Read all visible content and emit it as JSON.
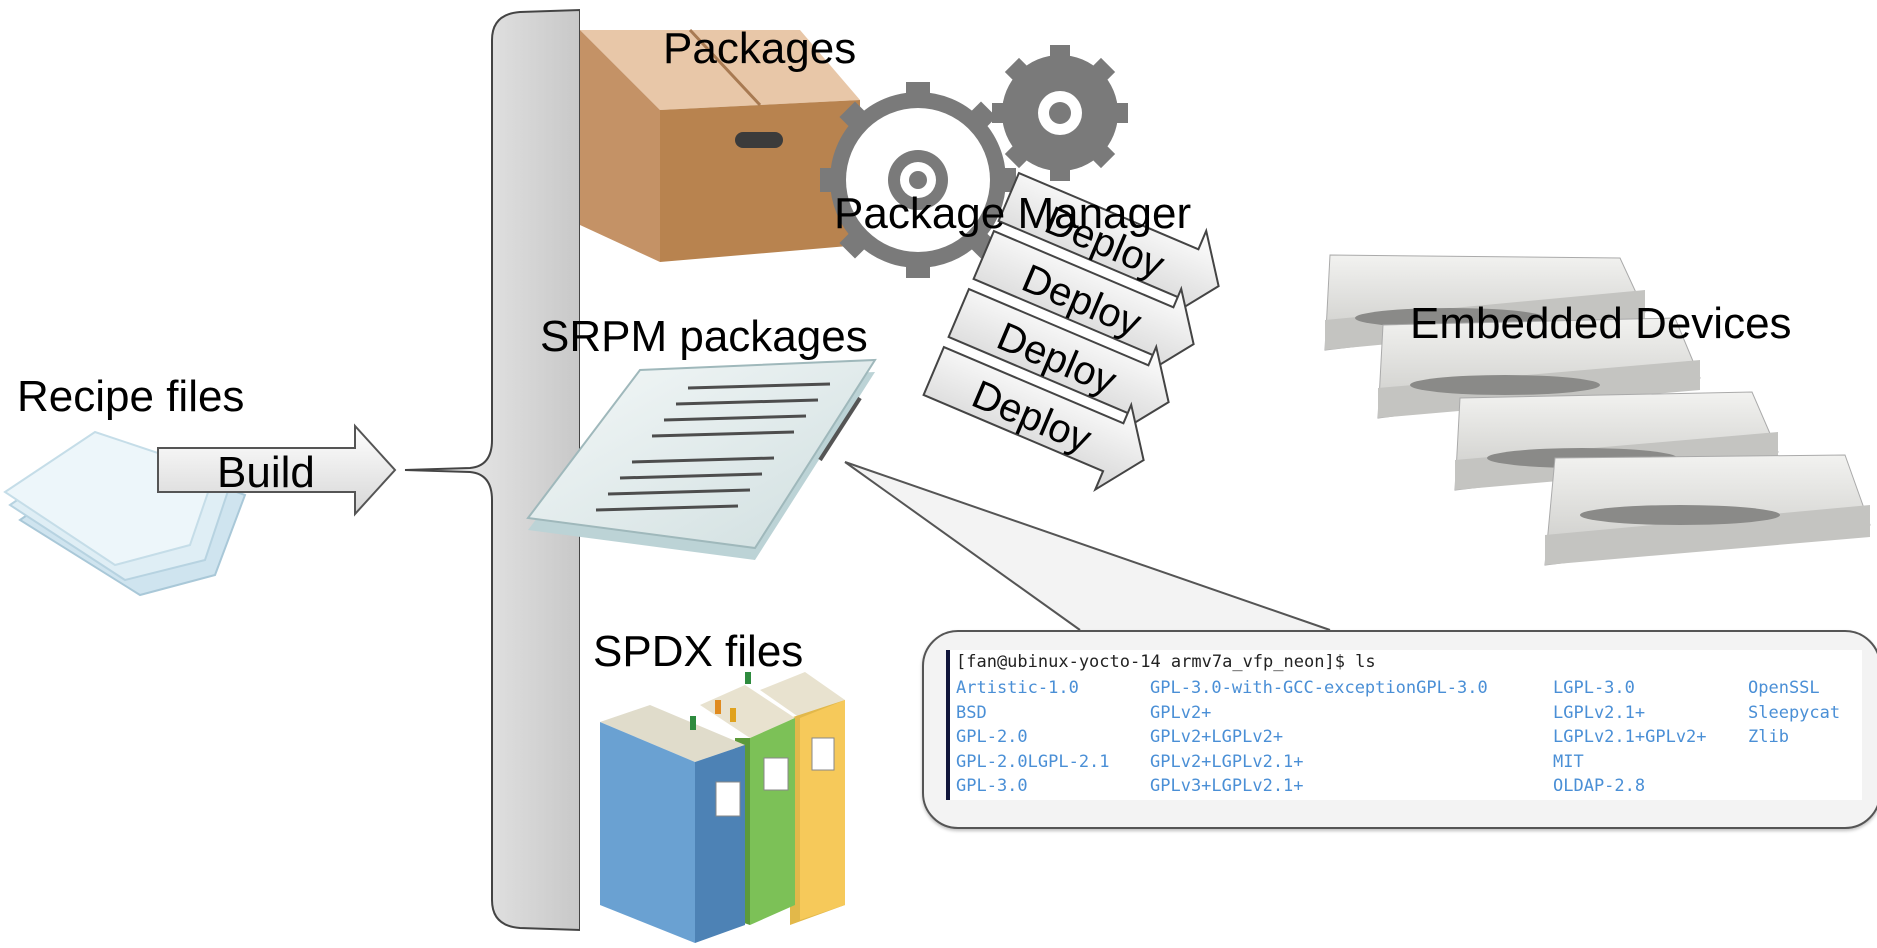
{
  "labels": {
    "recipe_files": "Recipe files",
    "build": "Build",
    "packages": "Packages",
    "package_manager": "Package Manager",
    "srpm_packages": "SRPM packages",
    "spdx_files": "SPDX files",
    "embedded_devices": "Embedded Devices",
    "deploy": [
      "Deploy",
      "Deploy",
      "Deploy",
      "Deploy"
    ]
  },
  "terminal": {
    "prompt": "[fan@ubinux-yocto-14 armv7a_vfp_neon]$ ls",
    "columns": [
      [
        "Artistic-1.0",
        "BSD",
        "GPL-2.0",
        "GPL-2.0LGPL-2.1",
        "GPL-3.0"
      ],
      [
        "GPL-3.0-with-GCC-exceptionGPL-3.0",
        "GPLv2+",
        "GPLv2+LGPLv2+",
        "GPLv2+LGPLv2.1+",
        "GPLv3+LGPLv2.1+"
      ],
      [
        "LGPL-3.0",
        "LGPLv2.1+",
        "LGPLv2.1+GPLv2+",
        "MIT",
        "OLDAP-2.8"
      ],
      [
        "OpenSSL",
        "Sleepycat",
        "Zlib"
      ]
    ],
    "file_color": "#4a8fd6"
  },
  "colors": {
    "box_front": "#b8834f",
    "box_top": "#e8c7a8",
    "gear": "#7a7a7a",
    "arrow_fill": "#eeeeee",
    "book_blue": "#6aa1d2",
    "book_green": "#7cc157",
    "book_yellow": "#f6c95a",
    "device": "#d9d9d6"
  },
  "icons": [
    "paper-stack-icon",
    "cardboard-box-icon",
    "gear-icon",
    "document-icon",
    "binders-icon",
    "embedded-device-icon"
  ]
}
